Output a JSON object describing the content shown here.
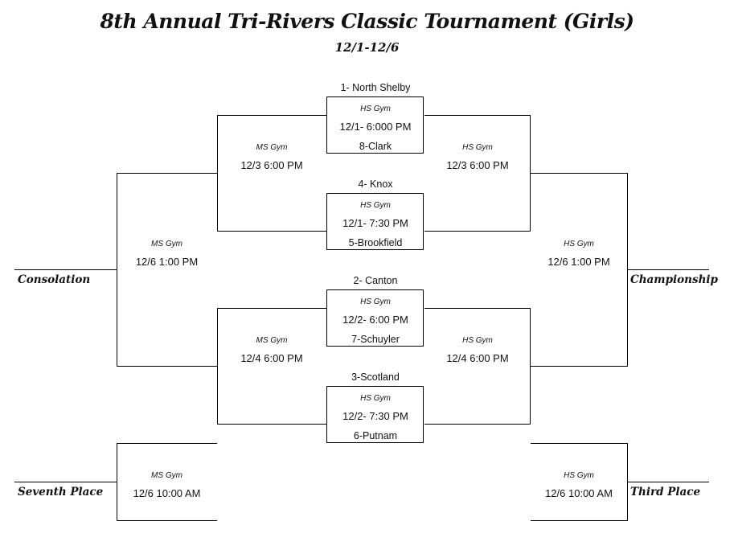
{
  "header": {
    "title": "8th Annual Tri-Rivers Classic Tournament (Girls)",
    "dates": "12/1-12/6"
  },
  "first_round": [
    {
      "gym": "HS Gym",
      "time": "12/1- 6:000 PM",
      "top_team": "1- North Shelby",
      "bottom_team": "8-Clark"
    },
    {
      "gym": "HS Gym",
      "time": "12/1- 7:30 PM",
      "top_team": "4- Knox",
      "bottom_team": "5-Brookfield"
    },
    {
      "gym": "HS Gym",
      "time": "12/2- 6:00 PM",
      "top_team": "2- Canton",
      "bottom_team": "7-Schuyler"
    },
    {
      "gym": "HS Gym",
      "time": "12/2- 7:30 PM",
      "top_team": "3-Scotland",
      "bottom_team": "6-Putnam"
    }
  ],
  "semifinals": {
    "consolation_top": {
      "gym": "MS Gym",
      "time": "12/3 6:00 PM"
    },
    "consolation_bottom": {
      "gym": "MS Gym",
      "time": "12/4 6:00 PM"
    },
    "winners_top": {
      "gym": "HS Gym",
      "time": "12/3 6:00 PM"
    },
    "winners_bottom": {
      "gym": "HS Gym",
      "time": "12/4 6:00 PM"
    }
  },
  "finals": {
    "consolation": {
      "gym": "MS Gym",
      "time": "12/6 1:00 PM",
      "label": "Consolation"
    },
    "championship": {
      "gym": "HS Gym",
      "time": "12/6 1:00 PM",
      "label": "Championship"
    },
    "seventh_place": {
      "gym": "MS Gym",
      "time": "12/6 10:00 AM",
      "label": "Seventh Place"
    },
    "third_place": {
      "gym": "HS Gym",
      "time": "12/6 10:00 AM",
      "label": "Third Place"
    }
  }
}
